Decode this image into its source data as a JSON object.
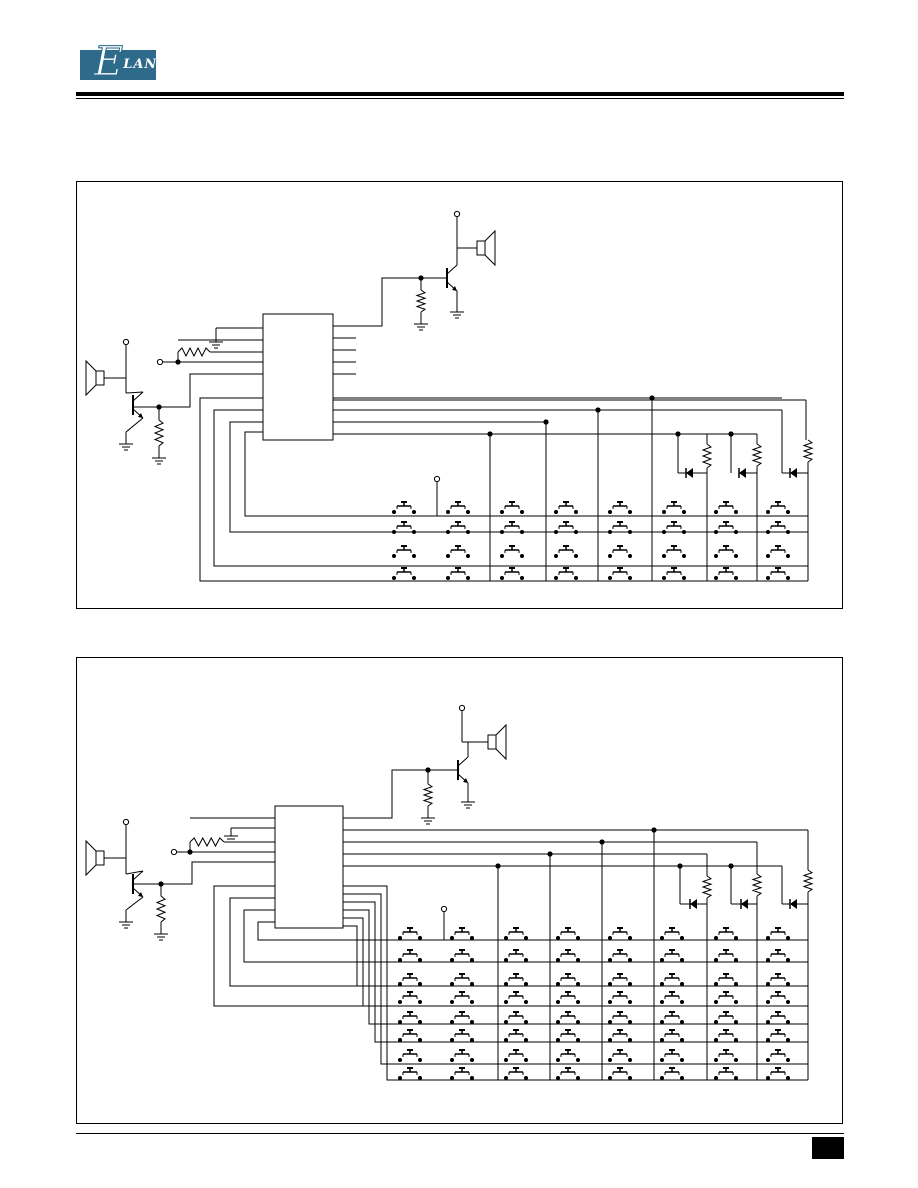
{
  "header": {
    "logo_icon": "elan-logo-icon",
    "logo_letter": "E",
    "logo_text": "LAN"
  },
  "diagrams": [
    {
      "name": "keypad-circuit-1",
      "key_rows": 4,
      "key_columns": 8
    },
    {
      "name": "keypad-circuit-2",
      "key_rows": 8,
      "key_columns": 8
    }
  ],
  "footer": {
    "page_badge_icon": "page-number-badge"
  }
}
